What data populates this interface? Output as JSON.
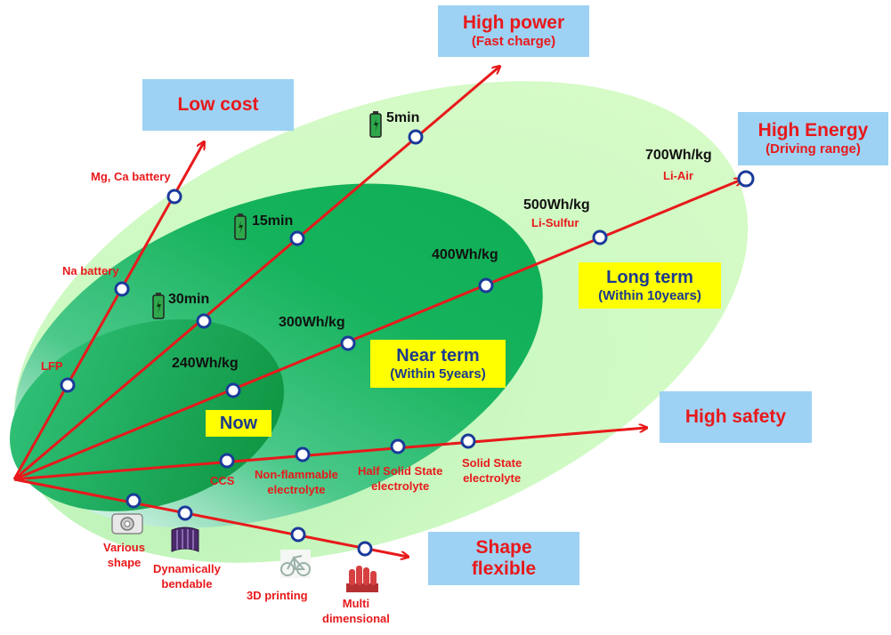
{
  "colors": {
    "arrow": "#e8191b",
    "node_stroke": "#1a3a9a",
    "outer_ellipse": "#d4fbc6",
    "mid_ellipse": "#19b25c",
    "inner_ellipse": "#0f9a45",
    "goal_box": "#9dd2f4",
    "term_box": "#ffff00",
    "term_text": "#1b3a8f"
  },
  "goals": {
    "low_cost": "Low cost",
    "high_power": "High power",
    "high_power_sub": "(Fast charge)",
    "high_energy": "High Energy",
    "high_energy_sub": "(Driving range)",
    "high_safety": "High safety",
    "shape_flexible": "Shape\nflexible"
  },
  "terms": {
    "now": "Now",
    "near": "Near term",
    "near_sub": "(Within 5years)",
    "long": "Long term",
    "long_sub": "(Within 10years)"
  },
  "cost": {
    "lfp": "LFP",
    "na": "Na battery",
    "mg": "Mg, Ca battery"
  },
  "power": {
    "t30": "30min",
    "t15": "15min",
    "t5": "5min"
  },
  "energy": {
    "e240": "240Wh/kg",
    "e300": "300Wh/kg",
    "e400": "400Wh/kg",
    "e500": "500Wh/kg",
    "e500_chem": "Li-Sulfur",
    "e700": "700Wh/kg",
    "e700_chem": "Li-Air"
  },
  "safety": {
    "ccs": "CCS",
    "nonflam": "Non-flammable\nelectrolyte",
    "halfsolid": "Half Solid State\nelectrolyte",
    "solid": "Solid State\nelectrolyte"
  },
  "shape": {
    "various": "Various\nshape",
    "bendable": "Dynamically\nbendable",
    "printing": "3D printing",
    "multi": "Multi\ndimensional"
  },
  "icons": {
    "battery": "battery-charging-icon",
    "various_shape": "various-shape-cell-icon",
    "bendable": "bendable-battery-icon",
    "printing": "3d-printed-bike-icon",
    "multi": "multi-dimensional-battery-icon"
  }
}
